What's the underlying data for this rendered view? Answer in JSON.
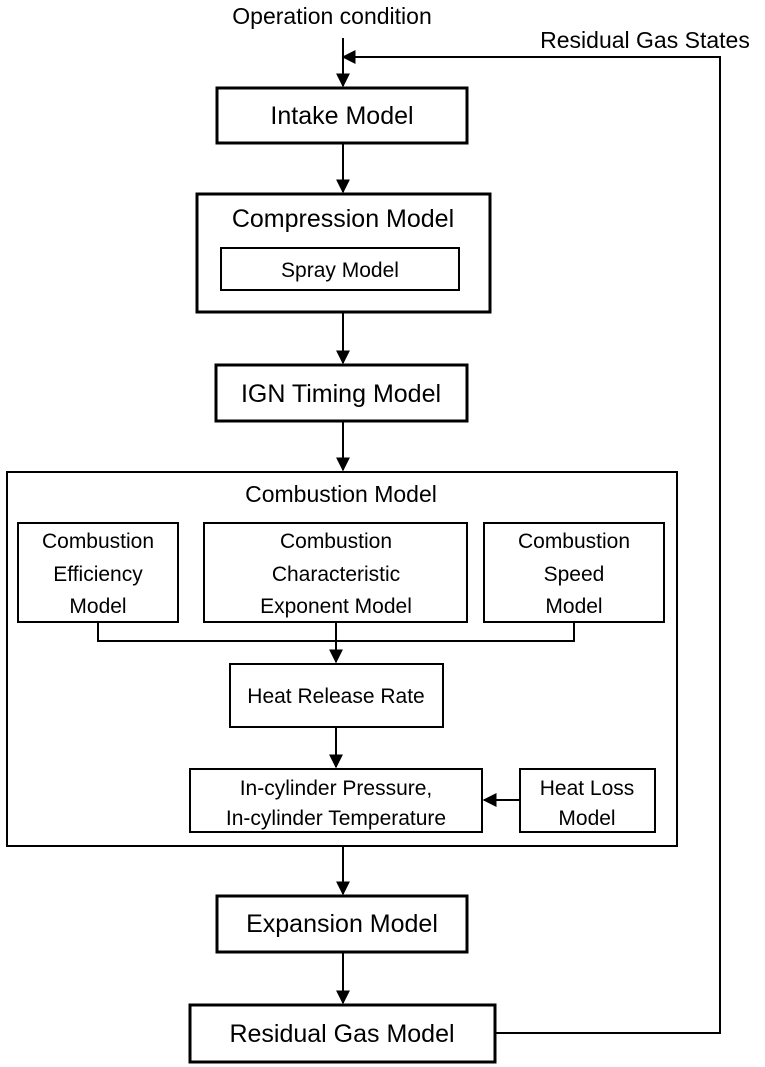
{
  "inputs": {
    "operation_condition": "Operation condition",
    "residual_gas_states": "Residual Gas States"
  },
  "intake_model": "Intake Model",
  "compression": {
    "title": "Compression Model",
    "spray_model": "Spray Model"
  },
  "ign_timing_model": "IGN Timing Model",
  "combustion": {
    "title": "Combustion Model",
    "efficiency_model": [
      "Combustion",
      "Efficiency",
      "Model"
    ],
    "characteristic_exponent_model": [
      "Combustion",
      "Characteristic",
      "Exponent Model"
    ],
    "speed_model": [
      "Combustion",
      "Speed",
      "Model"
    ],
    "heat_release_rate": "Heat Release Rate",
    "in_cylinder": [
      "In-cylinder Pressure,",
      "In-cylinder  Temperature"
    ],
    "heat_loss_model": [
      "Heat Loss",
      "Model"
    ]
  },
  "expansion_model": "Expansion Model",
  "residual_gas_model": "Residual Gas Model",
  "colors": {
    "stroke": "#000000",
    "background": "#ffffff"
  }
}
